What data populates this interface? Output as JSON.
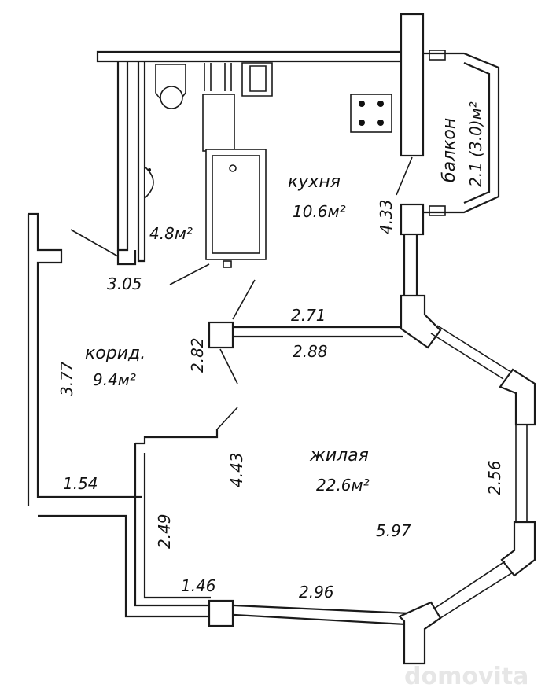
{
  "rooms": {
    "kitchen": {
      "name": "кухня",
      "area": "10.6м²"
    },
    "bathroom": {
      "area": "4.8м²"
    },
    "corridor": {
      "name": "корид.",
      "area": "9.4м²"
    },
    "living": {
      "name": "жилая",
      "area": "22.6м²"
    },
    "balcony": {
      "name": "балкон",
      "area": "2.1 (3.0)м²"
    }
  },
  "dimensions": {
    "bath_width": "3.05",
    "balcony_wall": "4.33",
    "kitchen_bottom": "2.71",
    "living_top": "2.88",
    "corridor_height": "2.82",
    "corridor_left": "3.77",
    "living_left_height": "4.43",
    "bay_side": "2.56",
    "entry_width": "1.54",
    "lower_left_height": "2.49",
    "living_width": "5.97",
    "bottom_left": "1.46",
    "bottom_right": "2.96"
  },
  "watermark": "domovita"
}
